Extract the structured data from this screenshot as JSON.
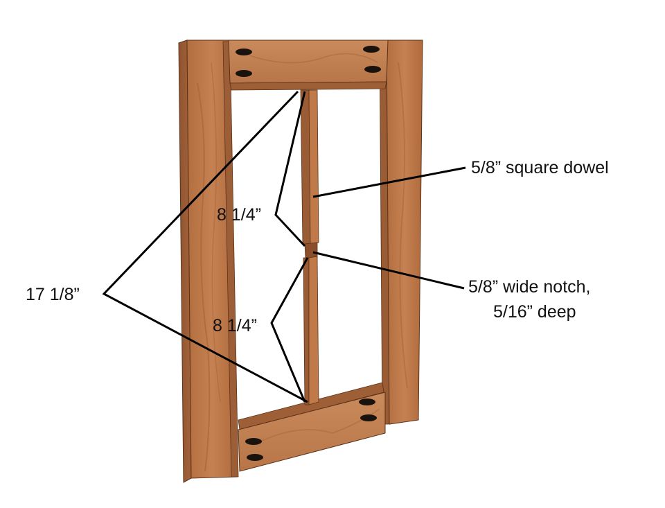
{
  "labels": {
    "overall_height": "17 1/8”",
    "upper_segment": "8 1/4”",
    "lower_segment": "8 1/4”",
    "dowel": "5/8” square dowel",
    "notch_line1": "5/8” wide notch,",
    "notch_line2": "5/16” deep"
  },
  "colors": {
    "wood_light": "#c07a4a",
    "wood_mid": "#a9683c",
    "wood_dark": "#8a4f2a",
    "pocket_hole": "#1a120c",
    "leader_line": "#000000"
  }
}
